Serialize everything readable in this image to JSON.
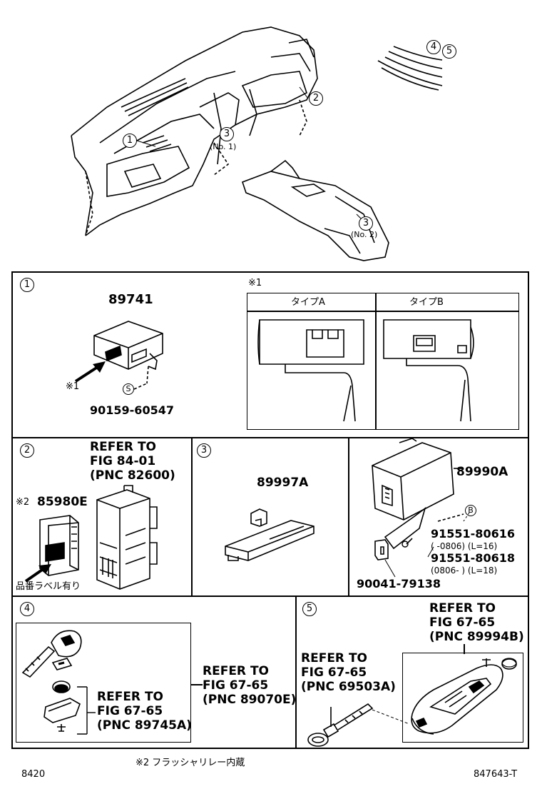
{
  "overview": {
    "callouts": [
      {
        "num": "1",
        "sub": ""
      },
      {
        "num": "2",
        "sub": ""
      },
      {
        "num": "3",
        "sub": "(No. 1)"
      },
      {
        "num": "3",
        "sub": "(No. 2)"
      },
      {
        "num": "4",
        "sub": ""
      },
      {
        "num": "5",
        "sub": ""
      }
    ]
  },
  "section1": {
    "num": "1",
    "part": "89741",
    "note_mark": "※1",
    "bolt_symbol": "S",
    "bolt_part": "90159-60547",
    "inset": {
      "note_mark": "※1",
      "type_a": "タイプA",
      "type_b": "タイプB"
    }
  },
  "section2": {
    "num": "2",
    "refer": [
      "REFER TO",
      "FIG 84-01",
      "(PNC 82600)"
    ],
    "note_mark": "※2",
    "part": "85980E",
    "label_note": "品番ラベル有り"
  },
  "section3": {
    "num": "3",
    "part": "89997A"
  },
  "section3b": {
    "part": "89990A",
    "bolt_symbol": "B",
    "bolt1": "91551-80616",
    "bolt1_note": "(     -0806) (L=16)",
    "bolt2": "91551-80618",
    "bolt2_note": "(0806-     ) (L=18)",
    "nut": "90041-79138"
  },
  "section4": {
    "num": "4",
    "refer_inner": [
      "REFER TO",
      "FIG 67-65",
      "(PNC 89745A)"
    ],
    "refer_outer": [
      "REFER TO",
      "FIG 67-65",
      "(PNC 89070E)"
    ]
  },
  "section5": {
    "num": "5",
    "refer_top": [
      "REFER TO",
      "FIG 67-65",
      "(PNC 89994B)"
    ],
    "refer_left": [
      "REFER TO",
      "FIG 67-65",
      "(PNC 69503A)"
    ]
  },
  "footer": {
    "note": "※2  フラッシャリレー内蔵",
    "left_code": "8420",
    "right_code": "847643-T"
  }
}
